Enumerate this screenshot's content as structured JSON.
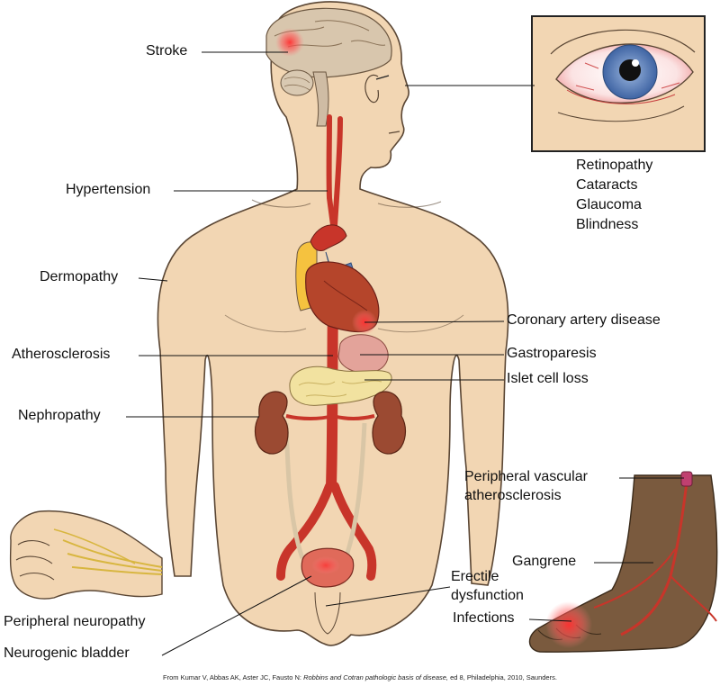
{
  "labels": {
    "stroke": "Stroke",
    "hypertension": "Hypertension",
    "dermopathy": "Dermopathy",
    "atherosclerosis": "Atherosclerosis",
    "nephropathy": "Nephropathy",
    "peripheral_neuropathy": "Peripheral neuropathy",
    "neurogenic_bladder": "Neurogenic bladder",
    "coronary_artery_disease": "Coronary artery disease",
    "gastroparesis": "Gastroparesis",
    "islet_cell_loss": "Islet cell loss",
    "eye_conditions": [
      "Retinopathy",
      "Cataracts",
      "Glaucoma",
      "Blindness"
    ],
    "peripheral_vascular": [
      "Peripheral vascular",
      "atherosclerosis"
    ],
    "gangrene": "Gangrene",
    "erectile_dysfunction": [
      "Erectile",
      "dysfunction"
    ],
    "infections": "Infections"
  },
  "citation": {
    "prefix": "From Kumar V, Abbas AK, Aster JC, Fausto N: ",
    "book_title": "Robbins and Cotran pathologic basis of disease,",
    "suffix": " ed 8, Philadelphia, 2010, Saunders."
  },
  "colors": {
    "skin": "#f2d6b3",
    "outline": "#5a4634",
    "artery": "#c8352a",
    "heart": "#b5452b",
    "kidney": "#9b4a32",
    "pancreas": "#f2e2a0",
    "stomach": "#e3a39a",
    "bladder": "#e06a5a",
    "foot_skin": "#7a5a3e",
    "nerve": "#d8b640",
    "iris": "#5b7fb8",
    "inflammation": "#ff3030"
  }
}
